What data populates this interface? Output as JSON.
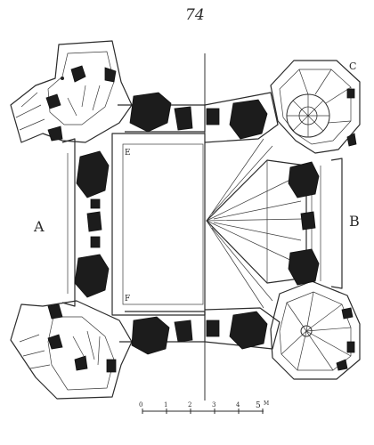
{
  "plate_number": "74",
  "labels": {
    "left_half": "A",
    "right_half": "B",
    "corner_tower": "C",
    "top_court_corner": "E",
    "bottom_court_corner": "F"
  },
  "scale_bar": {
    "ticks": [
      "0",
      "1",
      "2",
      "3",
      "4",
      "5"
    ],
    "unit": "M"
  }
}
